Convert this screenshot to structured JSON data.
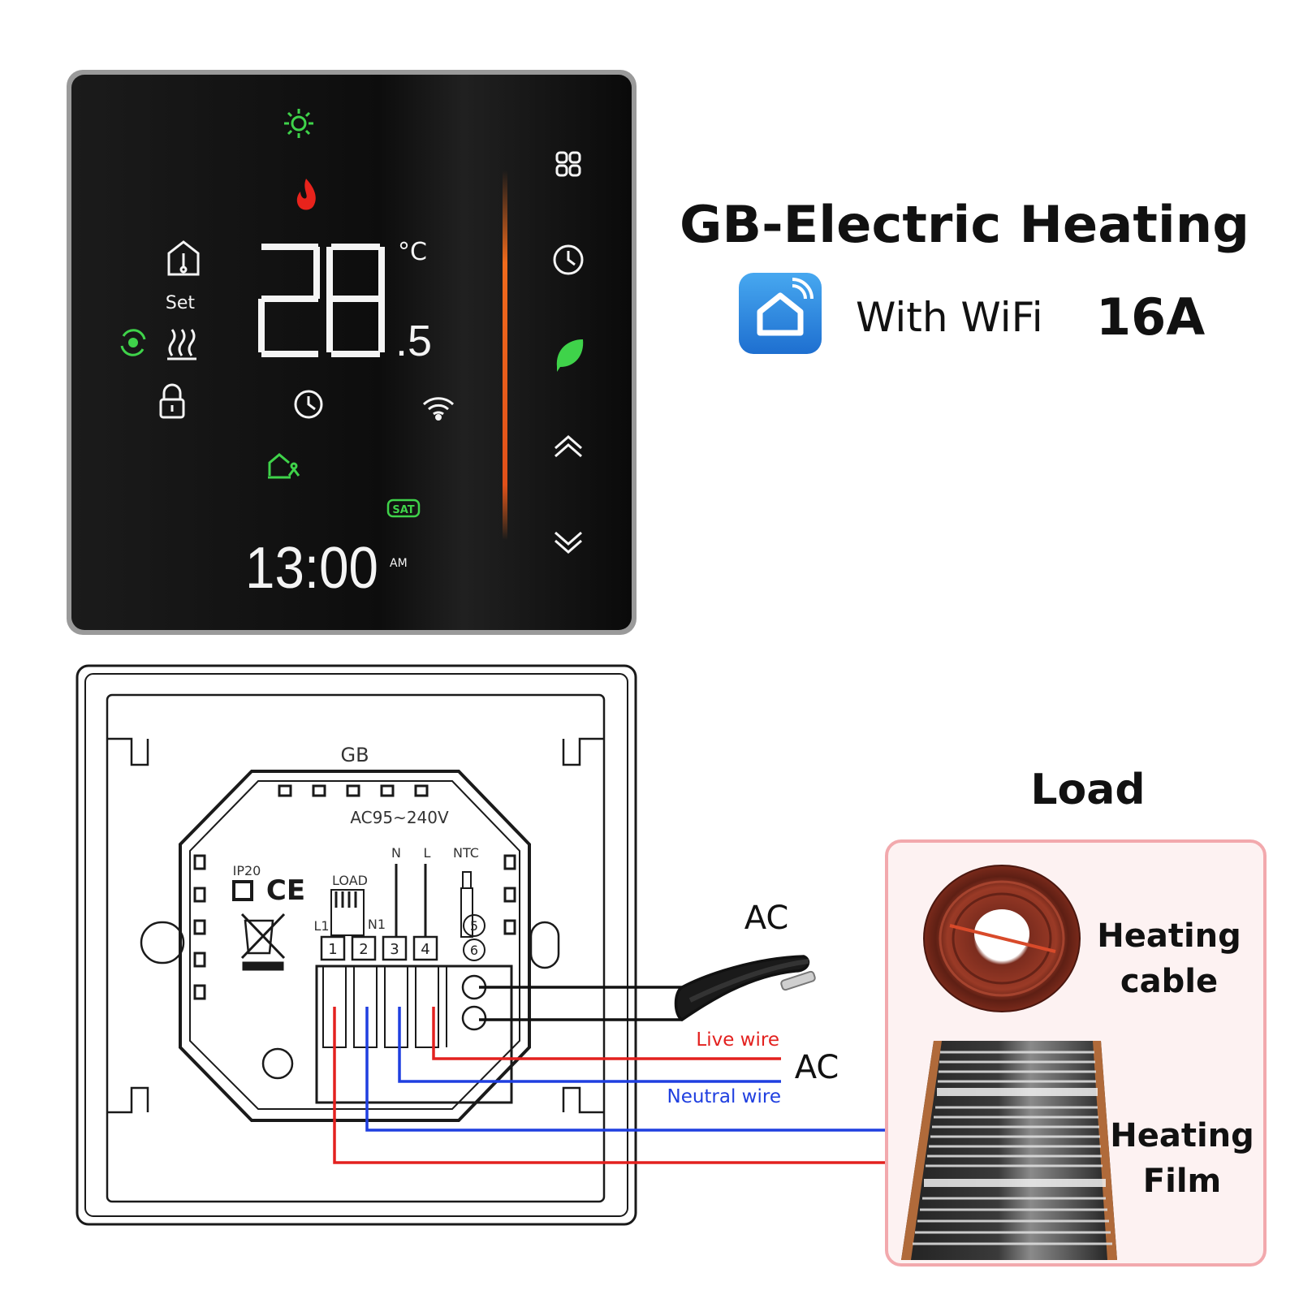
{
  "header": {
    "title": "GB-Electric Heating",
    "wifi_text": "With WiFi",
    "rating": "16A",
    "app_icon": "smart-home-app-icon"
  },
  "display": {
    "temperature_main": "28",
    "temperature_decimal": ".5",
    "unit": "°C",
    "set_label": "Set",
    "clock": "13:00",
    "ampm": "AM",
    "day_badge": "SAT",
    "colors": {
      "green": "#3fd34a",
      "red": "#e8231c",
      "orange": "#f06a1c",
      "white": "#f4f4f4"
    },
    "icons_left": [
      "sun-icon",
      "flame-icon",
      "home-thermometer-icon",
      "eco-cycle-icon",
      "heating-waves-icon",
      "lock-icon",
      "clock-icon",
      "wifi-icon",
      "away-mode-icon"
    ],
    "icons_right": [
      "menu-grid-icon",
      "schedule-clock-icon",
      "leaf-icon",
      "up-arrow-icon",
      "down-arrow-icon"
    ]
  },
  "backplate": {
    "model": "GB",
    "voltage": "AC95~240V",
    "ip_rating": "IP20",
    "ce_mark": "CE",
    "load_label": "LOAD",
    "l1_label": "L1",
    "n1_label": "N1",
    "n_label": "N",
    "l_label": "L",
    "ntc_label": "NTC",
    "terminals": [
      "1",
      "2",
      "3",
      "4"
    ],
    "ntc_terminals": [
      "5",
      "6"
    ]
  },
  "wiring": {
    "ac_top": "AC",
    "ac_bottom": "AC",
    "live_wire": "Live wire",
    "neutral_wire": "Neutral wire",
    "live_color": "#e3211f",
    "neutral_color": "#1f3fe0"
  },
  "load": {
    "title": "Load",
    "item1_line1": "Heating",
    "item1_line2": "cable",
    "item2_line1": "Heating",
    "item2_line2": "Film",
    "box_border": "#f2a9ad",
    "box_fill": "#fdf2f2"
  }
}
